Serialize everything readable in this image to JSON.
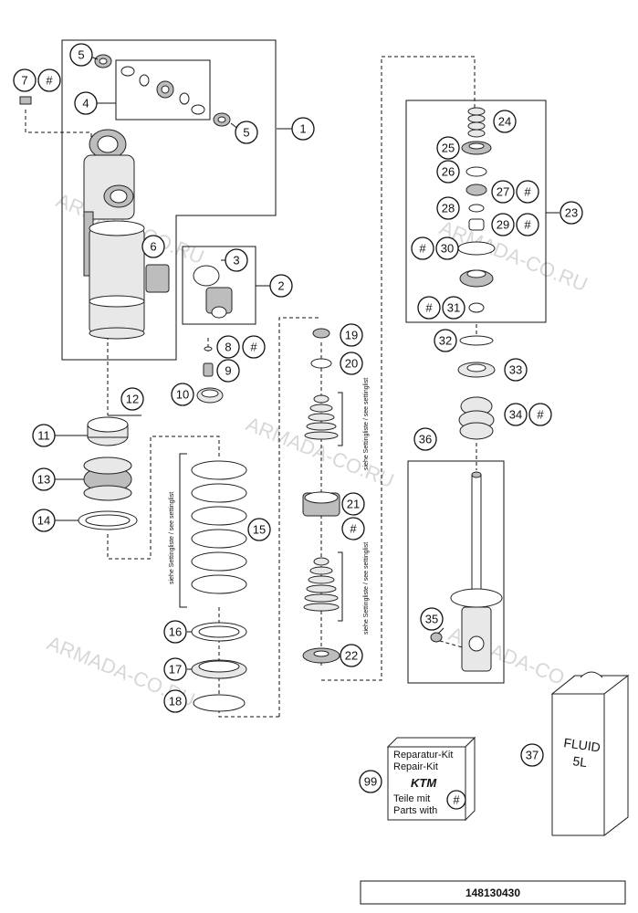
{
  "callouts": {
    "c1": "1",
    "c2": "2",
    "c3": "3",
    "c4": "4",
    "c5a": "5",
    "c5b": "5",
    "c6": "6",
    "c7": "7",
    "c8": "8",
    "c9": "9",
    "c10": "10",
    "c11": "11",
    "c12": "12",
    "c13": "13",
    "c14": "14",
    "c15": "15",
    "c16": "16",
    "c17": "17",
    "c18": "18",
    "c19": "19",
    "c20": "20",
    "c21": "21",
    "c22": "22",
    "c23": "23",
    "c24": "24",
    "c25": "25",
    "c26": "26",
    "c27": "27",
    "c28": "28",
    "c29": "29",
    "c30": "30",
    "c31": "31",
    "c32": "32",
    "c33": "33",
    "c34": "34",
    "c35": "35",
    "c36": "36",
    "c37": "37",
    "c99": "99"
  },
  "hash_marker": "#",
  "setting_list_label": "siehe Settingliste / see settinglist",
  "repair_kit": {
    "line1": "Reparatur-Kit",
    "line2": "Repair-Kit",
    "logo": "KTM",
    "line3": "Teile mit",
    "line4": "Parts with",
    "marker": "#"
  },
  "fluid_can": {
    "line1": "FLUID",
    "line2": "5L"
  },
  "watermark": "ARMADA-CO.RU",
  "document_number": "148130430"
}
